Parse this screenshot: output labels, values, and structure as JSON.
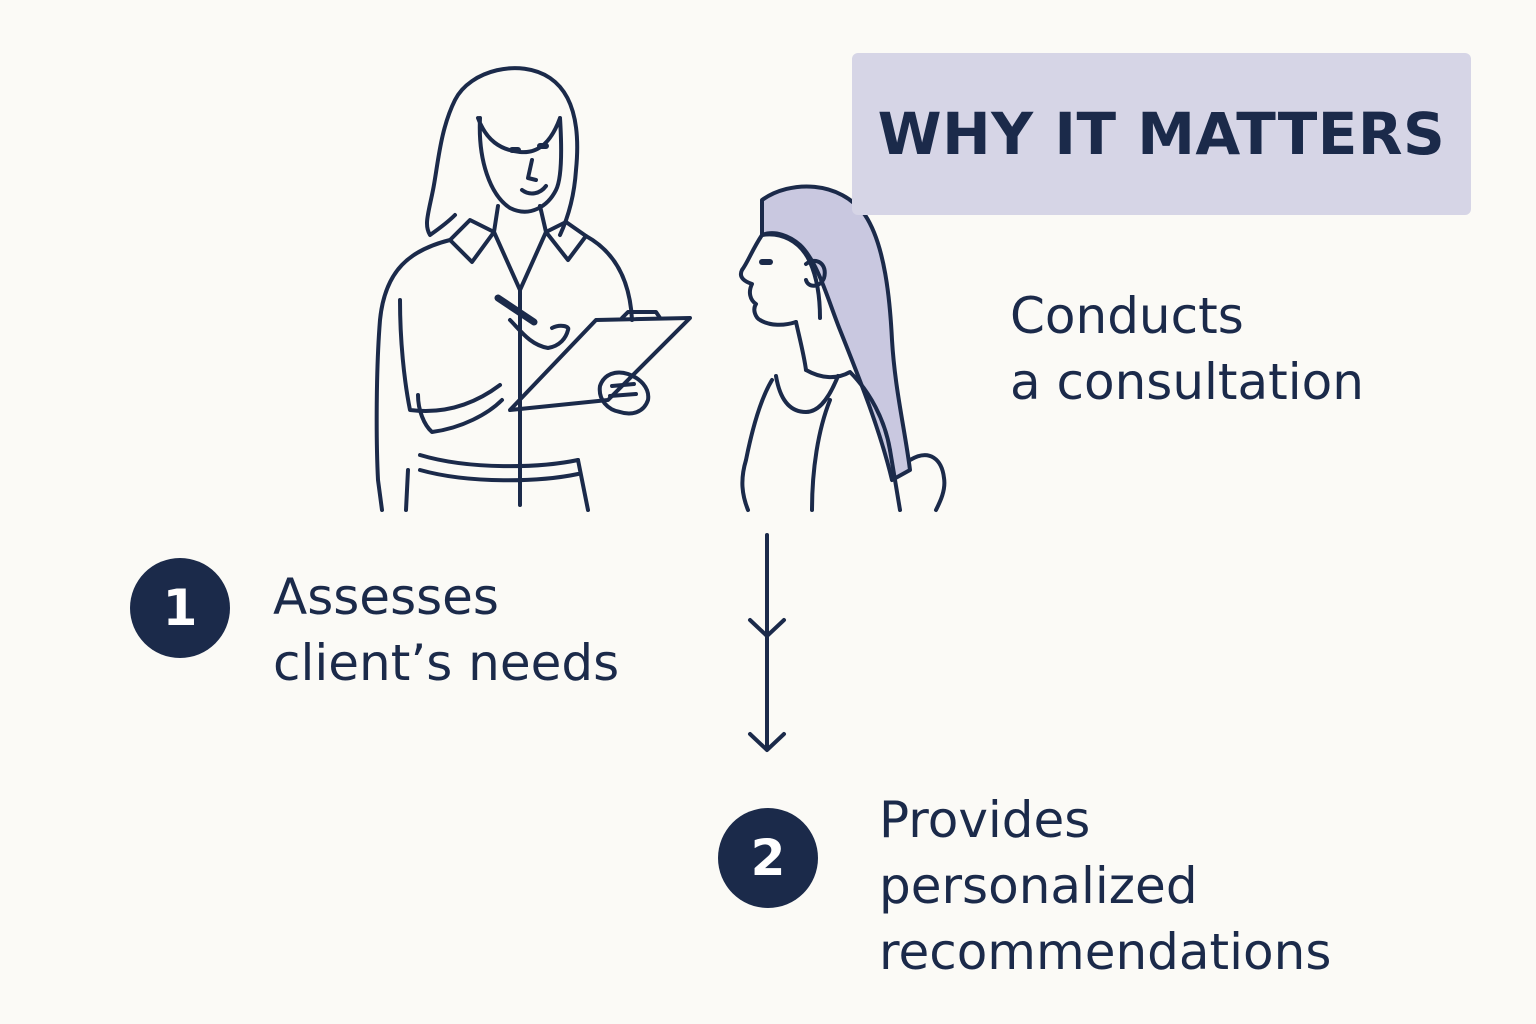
{
  "header": {
    "title": "WHY IT MATTERS"
  },
  "consultation": {
    "line1": "Conducts",
    "line2": "a consultation"
  },
  "steps": [
    {
      "number": "1",
      "line1": "Assesses",
      "line2": "client’s needs"
    },
    {
      "number": "2",
      "line1": "Provides",
      "line2": "personalized",
      "line3": "recommendations"
    }
  ],
  "colors": {
    "ink": "#1b2a4a",
    "banner": "#d6d5e6",
    "hair_fill": "#c9c8e0",
    "background": "#fbfaf6"
  },
  "icons": {
    "consultant": "consultant-with-clipboard-illustration",
    "client": "client-profile-illustration",
    "arrow": "arrow-down-icon"
  }
}
